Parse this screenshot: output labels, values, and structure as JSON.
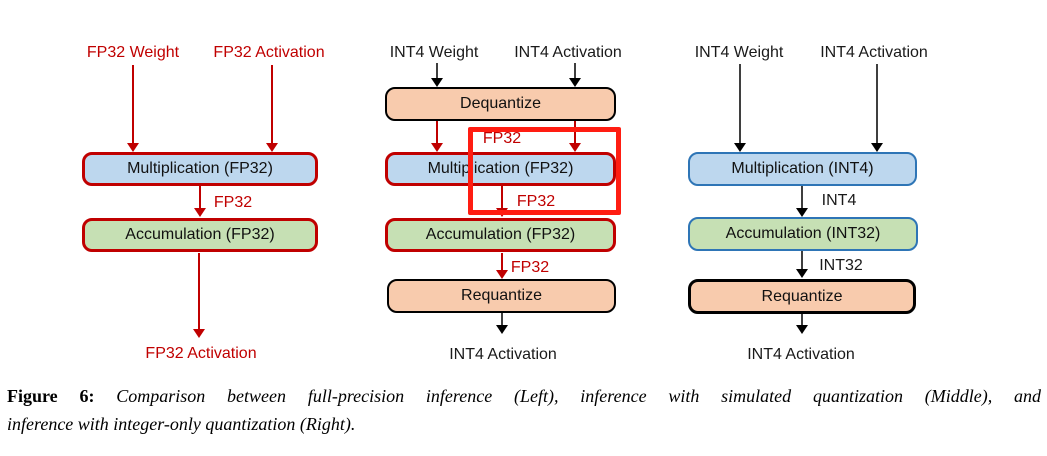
{
  "figure": {
    "left_diagram": {
      "input_weight": "FP32 Weight",
      "input_activation": "FP32 Activation",
      "multiplication": "Multiplication (FP32)",
      "mult_out_dtype": "FP32",
      "accumulation": "Accumulation (FP32)",
      "output": "FP32 Activation"
    },
    "middle_diagram": {
      "input_weight": "INT4 Weight",
      "input_activation": "INT4 Activation",
      "dequantize": "Dequantize",
      "dequant_out_dtype": "FP32",
      "multiplication": "Multiplication (FP32)",
      "mult_out_dtype": "FP32",
      "accumulation": "Accumulation (FP32)",
      "accum_out_dtype": "FP32",
      "requantize": "Requantize",
      "output": "INT4 Activation"
    },
    "right_diagram": {
      "input_weight": "INT4 Weight",
      "input_activation": "INT4 Activation",
      "multiplication": "Multiplication (INT4)",
      "mult_out_dtype": "INT4",
      "accumulation": "Accumulation (INT32)",
      "accum_out_dtype": "INT32",
      "requantize": "Requantize",
      "output": "INT4 Activation"
    }
  },
  "caption": {
    "label": "Figure 6:",
    "line1": "Comparison between full-precision inference (Left), inference with simulated quantization (Middle), and",
    "line2": "inference with integer-only quantization (Right)."
  },
  "colors": {
    "red_text": "#C00000",
    "red_border": "#C00000",
    "highlight_box": "#FF1D12",
    "blue_fill": "#BDD7EE",
    "green_fill": "#C6E0B4",
    "orange_fill": "#F8CBAD",
    "blue_border": "#2E75B6"
  }
}
